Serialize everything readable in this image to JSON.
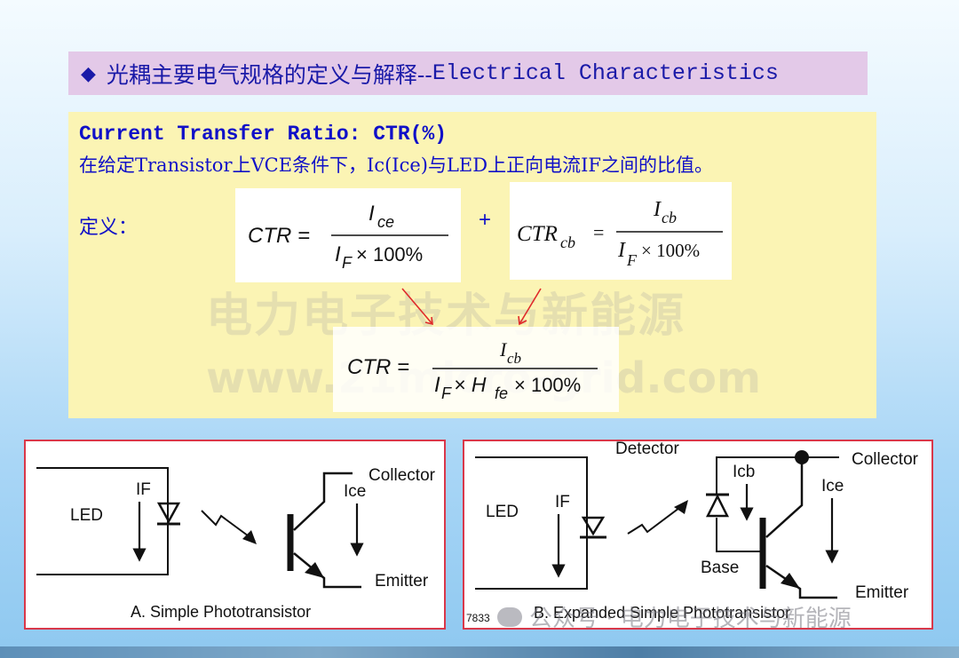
{
  "header": {
    "bullet": "◆",
    "title_zh": "光耦主要电气规格的定义与解释--",
    "title_en": "Electrical Characteristics"
  },
  "panel": {
    "heading": "Current Transfer Ratio: CTR(%)",
    "description": "在给定Transistor上VCE条件下，Ic(Ice)与LED上正向电流IF之间的比值。",
    "definition_label": "定义：",
    "plus": "+",
    "eq1": {
      "lhs": "CTR =",
      "num": "I",
      "num_sub": "ce",
      "den_a": "I",
      "den_sub": "F",
      "den_b": "× 100%"
    },
    "eq2": {
      "lhs": "CTR",
      "lhs_sub": "cb",
      "eq": "=",
      "num": "I",
      "num_sub": "cb",
      "den_a": "I",
      "den_sub": "F",
      "den_b": "× 100%"
    },
    "eq3": {
      "lhs": "CTR =",
      "num": "I",
      "num_sub": "cb",
      "den_a": "I",
      "den_sub": "F",
      "den_mid": "× H",
      "den_mid_sub": "fe",
      "den_b": "× 100%"
    },
    "watermark_zh": "电力电子技术与新能源",
    "watermark_url": "www.21micro-grid.com"
  },
  "diagram_a": {
    "led": "LED",
    "if": "IF",
    "ice": "Ice",
    "collector": "Collector",
    "emitter": "Emitter",
    "caption": "A. Simple Phototransistor"
  },
  "diagram_b": {
    "detector": "Detector",
    "led": "LED",
    "if": "IF",
    "icb": "Icb",
    "ice": "Ice",
    "collector": "Collector",
    "base": "Base",
    "emitter": "Emitter",
    "code": "7833",
    "caption": "B. Expanded Simple Phototransistor"
  },
  "footer": {
    "watermark": "公众号 · 电力电子技术与新能源"
  },
  "colors": {
    "title_bg": "#e3c9e8",
    "panel_bg": "#fbf4b4",
    "text_blue": "#1010c8",
    "arrow_red": "#e02a2a",
    "frame_red": "#d9384a"
  }
}
